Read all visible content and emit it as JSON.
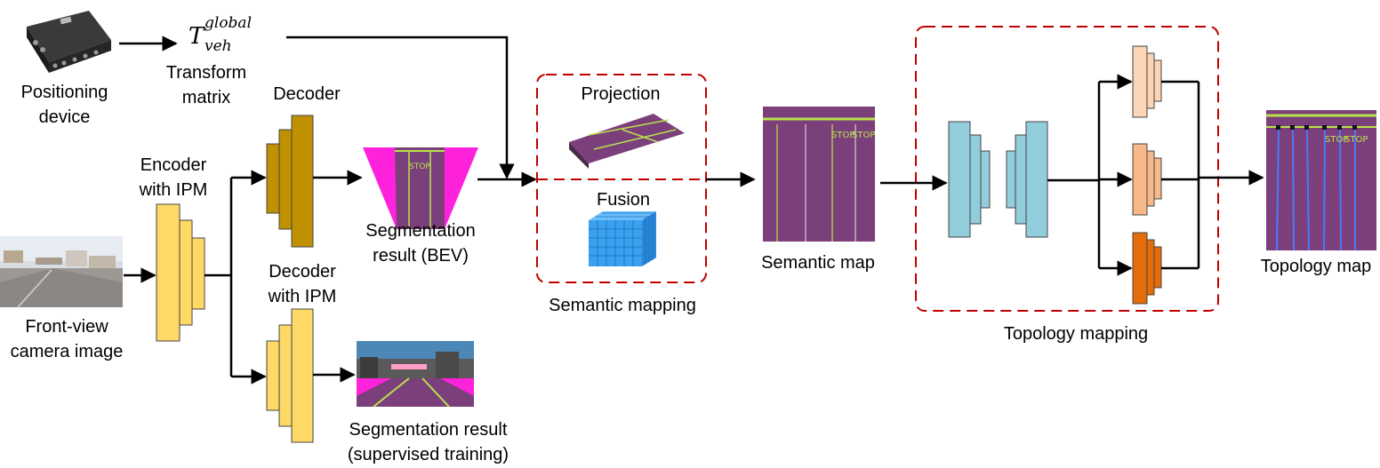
{
  "labels": {
    "positioning_device": [
      "Positioning",
      "device"
    ],
    "transform_matrix": [
      "Transform",
      "matrix"
    ],
    "transform_symbol": {
      "base": "T",
      "sup": "global",
      "sub": "veh"
    },
    "encoder": [
      "Encoder",
      "with IPM"
    ],
    "decoder": "Decoder",
    "decoder_ipm": [
      "Decoder",
      "with IPM"
    ],
    "front_view": [
      "Front-view",
      "camera image"
    ],
    "seg_bev": [
      "Segmentation",
      "result (BEV)"
    ],
    "seg_supervised": [
      "Segmentation result",
      "(supervised training)"
    ],
    "projection": "Projection",
    "fusion": "Fusion",
    "semantic_mapping": "Semantic mapping",
    "semantic_map": "Semantic map",
    "topology_mapping": "Topology mapping",
    "topology_map": "Topology map",
    "stop_text": "STOP"
  },
  "colors": {
    "encoder_yellow": "#ffd966",
    "decoder_gold": "#bf9000",
    "topo_blue": "#92cddc",
    "head_light": "#fbd5b5",
    "head_mid": "#f8b98a",
    "head_dark": "#e46c0a",
    "dashed_red": "#c00000",
    "magenta": "#ff22dd",
    "purple_road": "#7b3f7b",
    "lane_green": "#b9e34a",
    "lane_blue": "#4a78ff",
    "voxel_blue": "#3aa0f0"
  },
  "icons": [
    "positioning-device-icon",
    "voxel-cube-icon"
  ]
}
